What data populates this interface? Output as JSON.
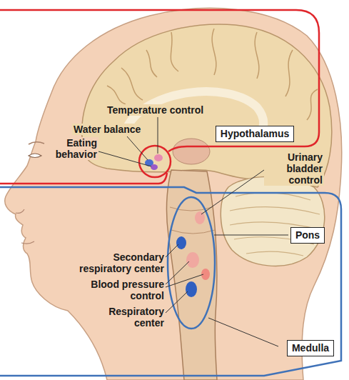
{
  "diagram": {
    "nodes": [
      {
        "text": [
          "Hypothalamus"
        ]
      },
      {
        "text": [
          "Pons"
        ]
      },
      {
        "text": [
          "Medulla"
        ]
      }
    ],
    "labels": [
      "Temperature control",
      "Water balance",
      "Eating behavior",
      "Urinary bladder control",
      "Secondary respiratory center",
      "Blood pressure control",
      "Respiratory center"
    ]
  }
}
